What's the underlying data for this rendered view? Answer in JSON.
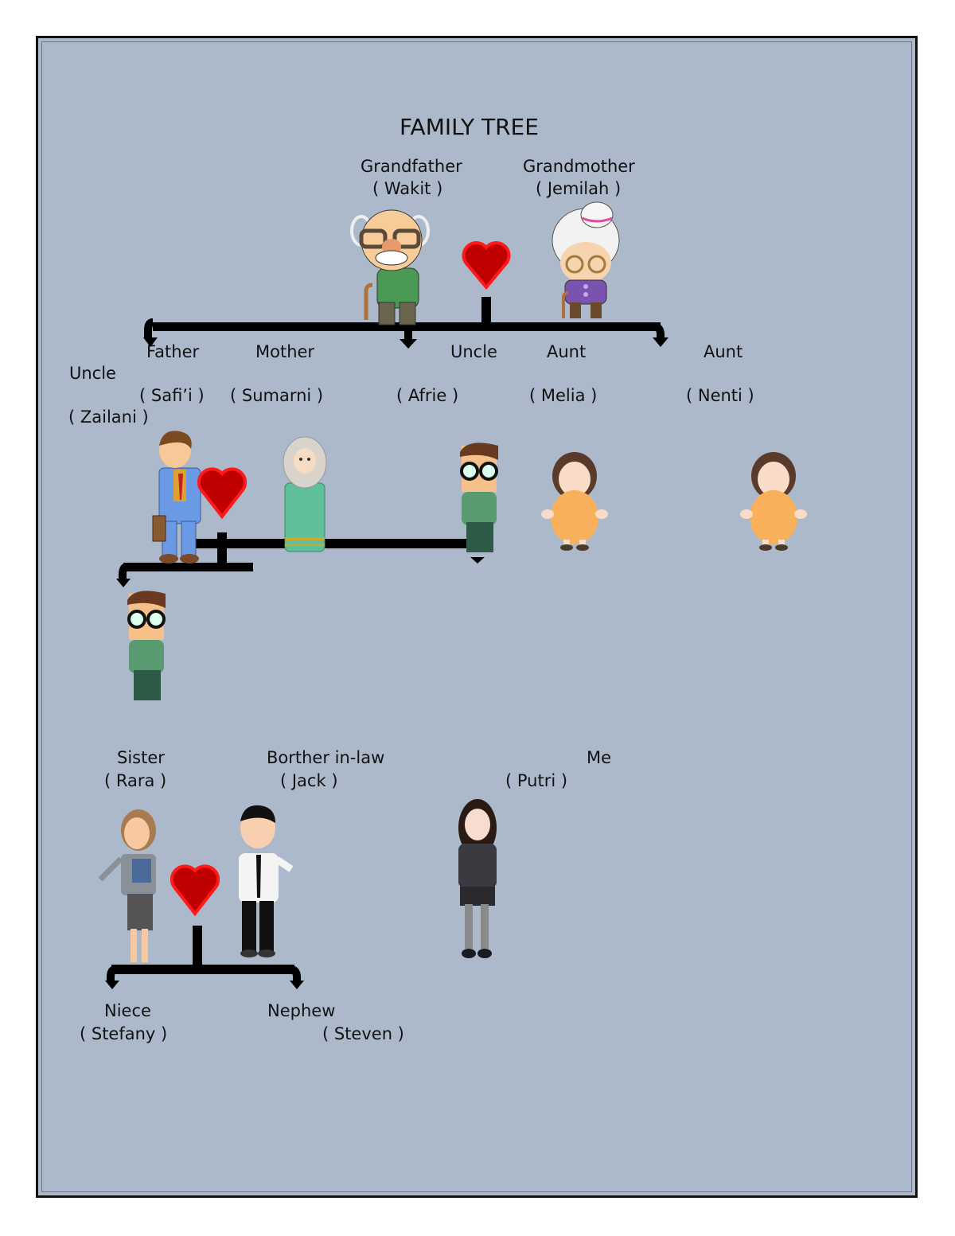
{
  "title": "FAMILY TREE",
  "colors": {
    "background": "#acb9cb",
    "border": "#111111",
    "connector": "#000000",
    "heart": "#cc0000"
  },
  "generations": {
    "grandparents": {
      "grandfather": {
        "role": "Grandfather",
        "name": "( Wakit )",
        "icon": "old-man-with-cane-icon"
      },
      "grandmother": {
        "role": "Grandmother",
        "name": "( Jemilah )",
        "icon": "old-woman-with-cane-icon"
      },
      "union_icon": "heart-icon"
    },
    "parents": {
      "uncle_zailani": {
        "role": "Uncle",
        "name": "( Zailani )",
        "icon": "man-with-glasses-icon"
      },
      "father": {
        "role": "Father",
        "name": "( Safi’i )",
        "icon": "man-in-blue-suit-icon"
      },
      "mother": {
        "role": "Mother",
        "name": "( Sumarni )",
        "icon": "woman-in-hijab-icon"
      },
      "uncle_afrie": {
        "role": "Uncle",
        "name": "( Afrie )",
        "icon": "man-with-glasses-icon"
      },
      "aunt_melia": {
        "role": "Aunt",
        "name": "( Melia )",
        "icon": "woman-in-orange-dress-icon"
      },
      "aunt_nenti": {
        "role": "Aunt",
        "name": "( Nenti )",
        "icon": "woman-in-orange-dress-icon"
      },
      "union_icon": "heart-icon"
    },
    "children": {
      "sister": {
        "role": "Sister",
        "name": "( Rara )",
        "icon": "woman-in-grey-suit-icon"
      },
      "brother_in_law": {
        "role": "Borther in-law",
        "name": "( Jack )",
        "icon": "man-in-white-shirt-icon"
      },
      "me": {
        "role": "Me",
        "name": "( Putri )",
        "icon": "girl-in-school-uniform-icon"
      },
      "union_icon": "heart-icon"
    },
    "grandchildren": {
      "niece": {
        "role": "Niece",
        "name": "( Stefany )"
      },
      "nephew": {
        "role": "Nephew",
        "name": "( Steven )"
      }
    }
  }
}
